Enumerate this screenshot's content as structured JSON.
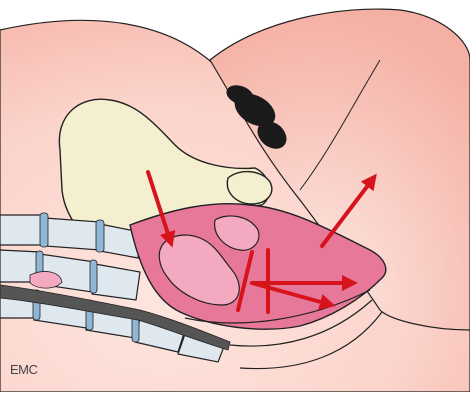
{
  "figure": {
    "credit": "EMC",
    "colors": {
      "skin_outer": "#f9c9c0",
      "skin_inner": "#fde6df",
      "bone": "#f4efcf",
      "bone_outline": "#222222",
      "disc": "#8fb6d6",
      "organ": "#e8789a",
      "organ_light": "#f3a9bf",
      "arrow": "#d7141c",
      "hair": "#1a1a1a"
    },
    "icons": {
      "arrows": "red-force-arrows",
      "hair": "pubic-hair-tuft"
    }
  }
}
